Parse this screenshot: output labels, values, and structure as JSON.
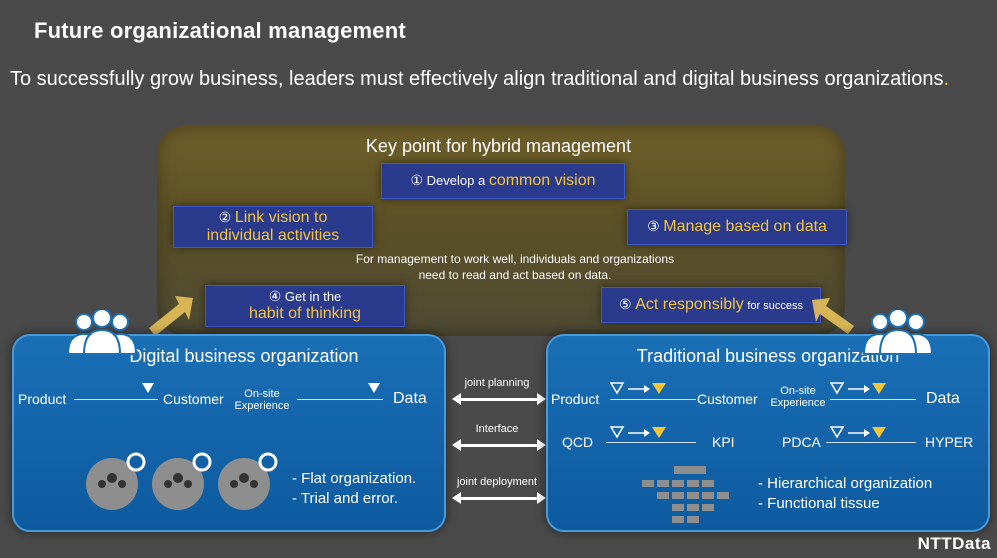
{
  "slide": {
    "title": "Future organizational management",
    "subtitle": "To successfully grow business, leaders must effectively align traditional and digital business organizations",
    "subtitle_end": "."
  },
  "key_panel": {
    "title": "Key point for hybrid management",
    "points": [
      {
        "num": "①",
        "pre": "Develop a",
        "highlight": "common vision"
      },
      {
        "num": "②",
        "highlight": "Link vision to",
        "highlight2": "individual activities"
      },
      {
        "num": "③",
        "highlight": "Manage based on data"
      },
      {
        "num": "④",
        "pre": "Get in the",
        "highlight": "habit of thinking"
      },
      {
        "num": "⑤",
        "highlight": "Act responsibly",
        "post": "for success"
      }
    ],
    "note_line1": "For management to work well, individuals and organizations",
    "note_line2": "need to read and act based on data."
  },
  "digital": {
    "title": "Digital business organization",
    "flow": [
      "Product",
      "Customer",
      "On-site",
      "Experience",
      "Data"
    ],
    "bullets": [
      "- Flat organization.",
      "- Trial and error."
    ]
  },
  "traditional": {
    "title": "Traditional business organization",
    "row1": [
      "Product",
      "Customer",
      "On-site",
      "Experience",
      "Data"
    ],
    "row2": [
      "QCD",
      "KPI",
      "PDCA",
      "HYPER"
    ],
    "bullets": [
      "- Hierarchical organization",
      "- Functional tissue"
    ]
  },
  "links": [
    "joint planning",
    "Interface",
    "joint deployment"
  ],
  "logo": "NTTData",
  "colors": {
    "accent": "#f5c438",
    "org_blue": "#1a6fb5",
    "pill_navy": "#2a3a8c"
  }
}
